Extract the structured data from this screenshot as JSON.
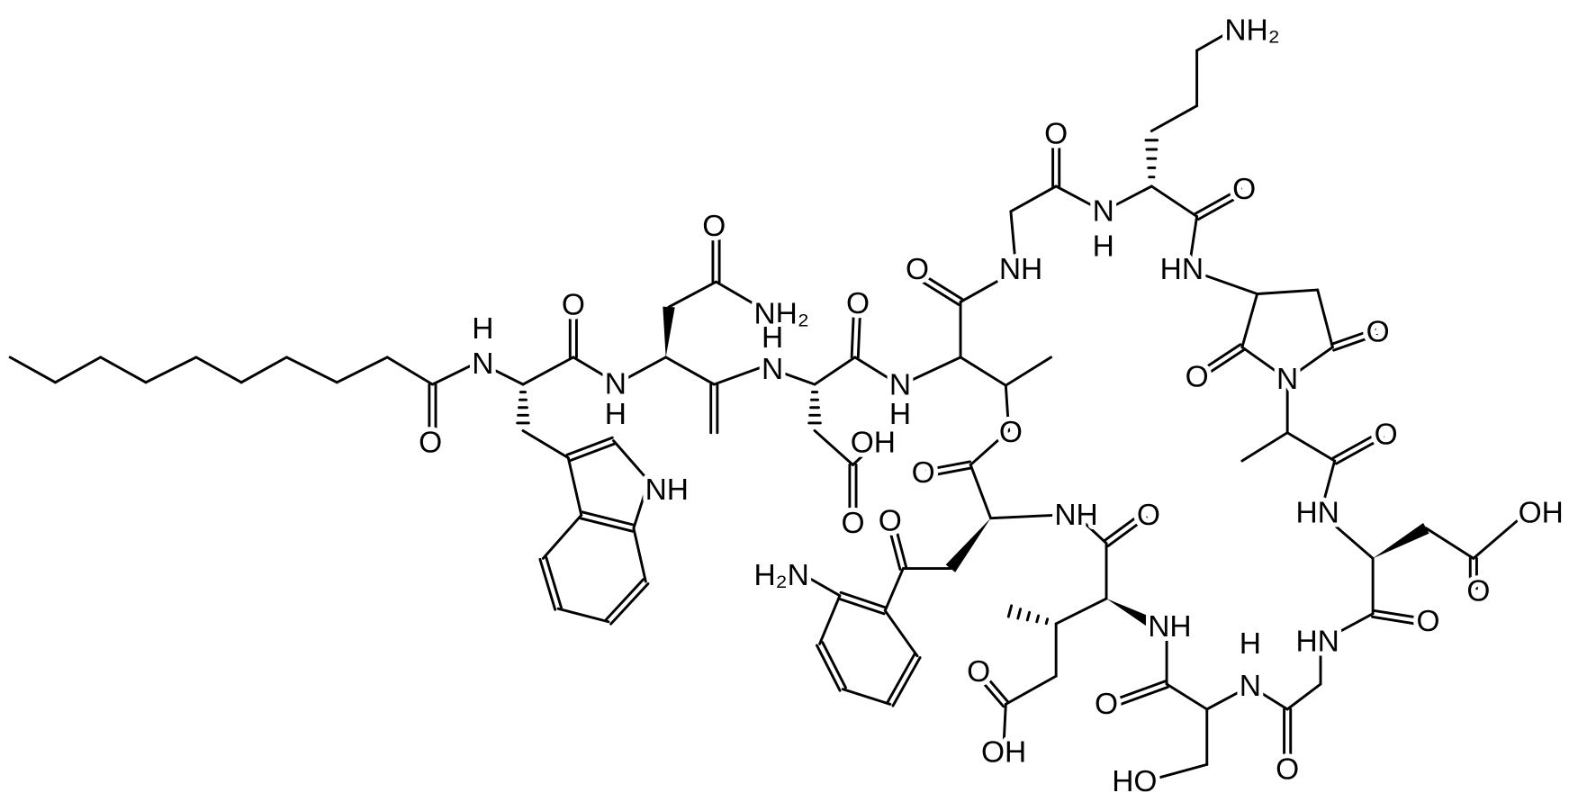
{
  "diagram": {
    "type": "chemical-structure",
    "bond_color": "#000000",
    "background": "#ffffff",
    "atom_labels": [
      "NH₂",
      "O",
      "N",
      "H",
      "O",
      "HN",
      "NH",
      "O",
      "O",
      "O",
      "N",
      "O",
      "HN",
      "OH",
      "O",
      "HN",
      "O",
      "H",
      "N",
      "NH",
      "O",
      "O",
      "HO",
      "O",
      "OH",
      "NH",
      "O",
      "O",
      "O",
      "O",
      "H₂N",
      "NH",
      "OH",
      "O",
      "N",
      "O",
      "NH₂",
      "H",
      "N",
      "O",
      "O",
      "N",
      "H",
      "H",
      "N",
      "O",
      "H"
    ]
  }
}
